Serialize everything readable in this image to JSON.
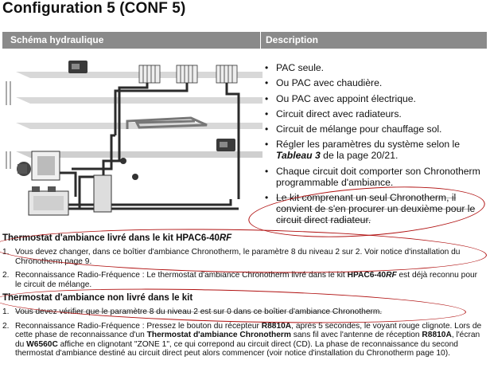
{
  "title": "Configuration 5 (CONF 5)",
  "header": {
    "left": "Schéma hydraulique",
    "right": "Description"
  },
  "description": [
    {
      "text": "PAC seule."
    },
    {
      "text": "Ou PAC avec chaudière."
    },
    {
      "text": "Ou PAC avec appoint électrique."
    },
    {
      "text": "Circuit direct avec radiateurs."
    },
    {
      "text": "Circuit de mélange pour chauffage sol."
    },
    {
      "pre": "Régler les paramètres du système selon le ",
      "em": "Tableau 3",
      "post": " de la page 20/21."
    },
    {
      "text": "Chaque circuit doit comporter son Chronotherm programmable d'ambiance."
    },
    {
      "text": "Le kit comprenant un seul Chronotherm, il convient de s'en procurer un deuxième pour le circuit direct radiateur."
    }
  ],
  "section1": {
    "title_prefix": "Thermostat d'ambiance livré dans le kit HPAC6-40",
    "title_suffix": "RF",
    "item1": "Vous devez changer, dans ce boîtier d'ambiance Chronotherm, le paramètre 8 du niveau 2 sur 2. Voir notice d'installation du Chronotherm page 9.",
    "item2_pre": "Reconnaissance Radio-Fréquence : Le thermostat d'ambiance Chronotherm livré dans le kit ",
    "item2_bold": "HPAC6-40",
    "item2_bold_em": "RF",
    "item2_post": " est déjà reconnu pour le circuit de mélange."
  },
  "section2": {
    "title": "Thermostat d'ambiance non livré dans le kit",
    "item1": "Vous devez vérifier que le paramètre 8 du niveau 2 est sur 0 dans ce boîtier d'ambiance Chronotherm.",
    "item2_a": "Reconnaissance Radio-Fréquence : Pressez le bouton du récepteur ",
    "item2_b": "R8810A",
    "item2_c": ", après 5 secondes, le voyant rouge clignote. Lors de cette phase de reconnaissance d'un ",
    "item2_d": "Thermostat d'ambiance Chronotherm",
    "item2_e": " sans fil avec l'antenne de réception ",
    "item2_f": "R8810A",
    "item2_g": ", l'écran du ",
    "item2_h": "W6560C",
    "item2_i": " affiche en clignotant \"ZONE 1\", ce qui correpond au circuit direct (CD). La phase de reconnaissance du second thermostat d'ambiance destiné au circuit direct peut alors commencer (voir notice d'installation du Chronotherm page 10)."
  },
  "numbers": {
    "one": "1.",
    "two": "2."
  },
  "colors": {
    "header_bg": "#8a8a8a",
    "annotation": "#b01010",
    "pipe": "#2b2b2b"
  }
}
